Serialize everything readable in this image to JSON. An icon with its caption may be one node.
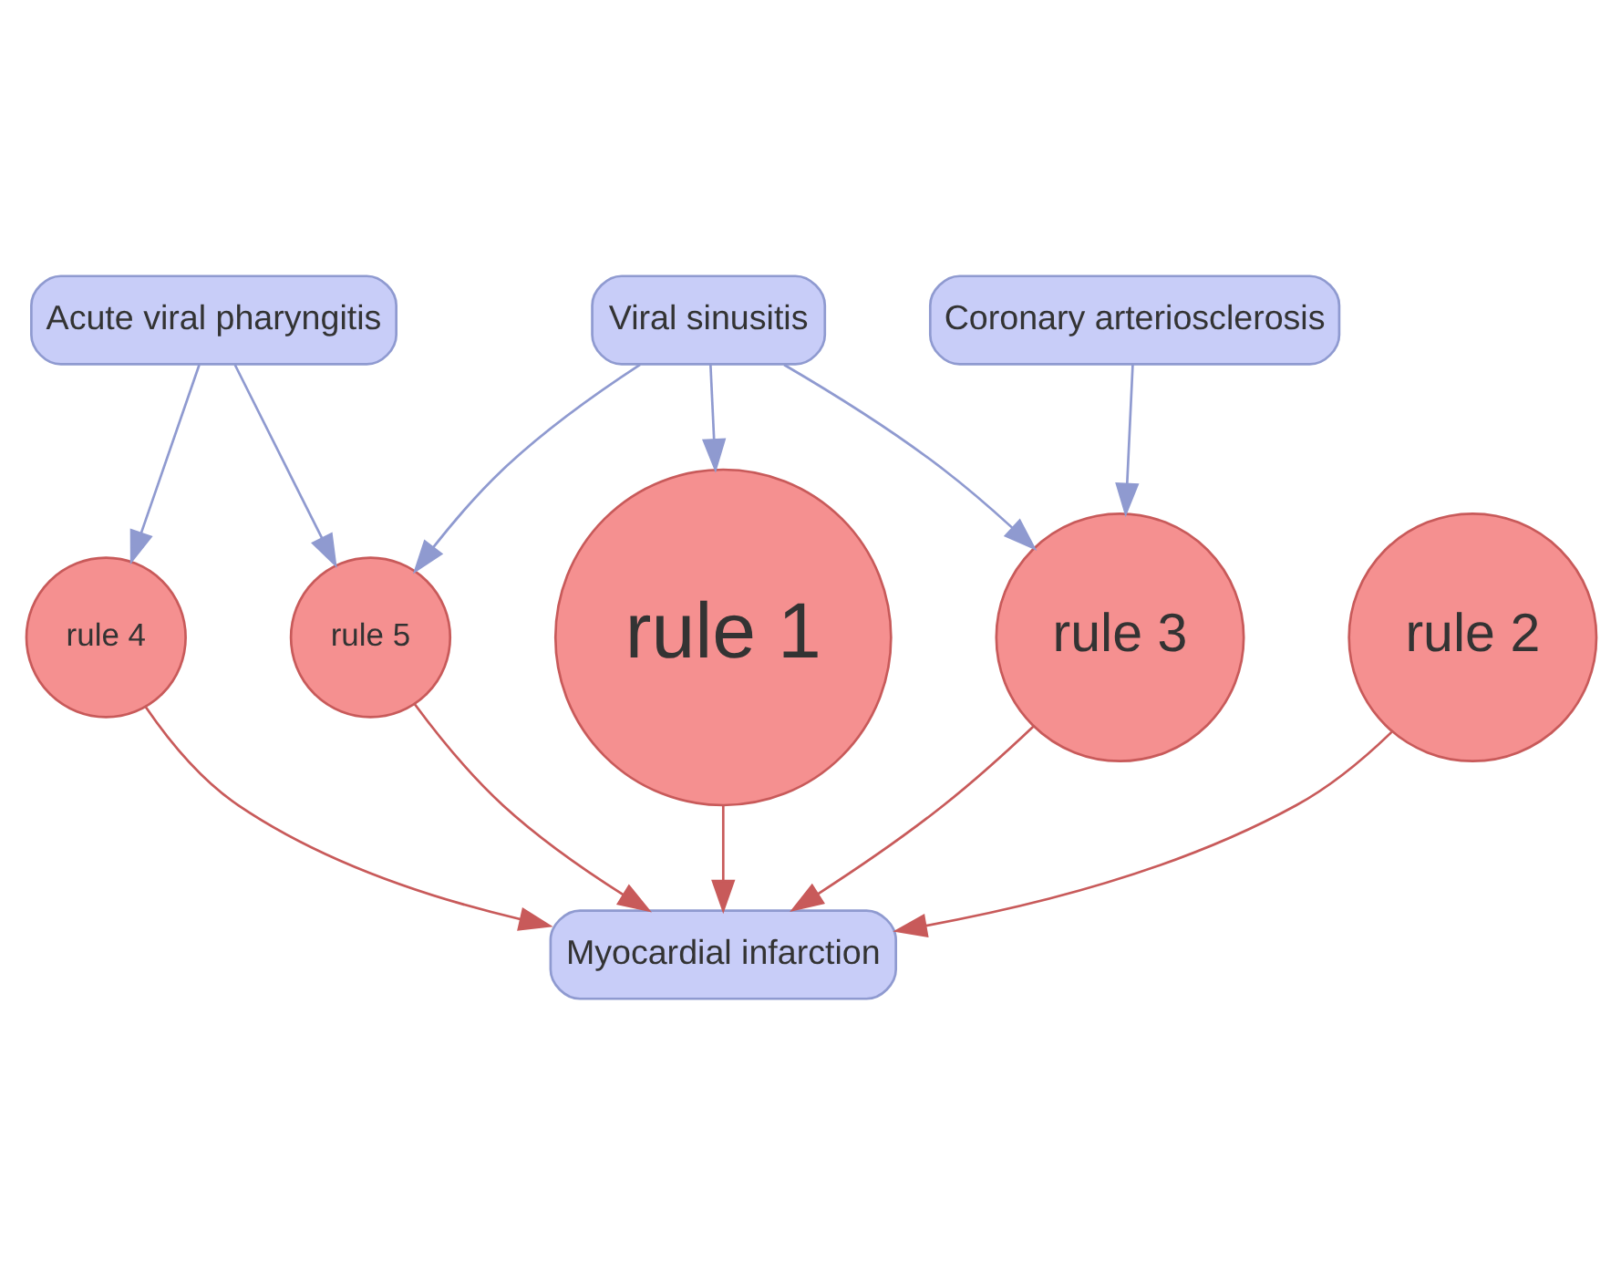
{
  "diagram": {
    "nodes": [
      {
        "text": [
          "Acute viral pharyngitis"
        ]
      },
      {
        "text": [
          "rule 5"
        ]
      },
      {
        "text": [
          "Viral sinusitis"
        ]
      },
      {
        "text": [
          "rule 1"
        ]
      },
      {
        "text": [
          "rule 4"
        ]
      },
      {
        "text": [
          "Myocardial infarction"
        ]
      },
      {
        "text": [
          "rule 3"
        ]
      },
      {
        "text": [
          "rule 2"
        ]
      },
      {
        "text": [
          "Coronary arteriosclerosis"
        ]
      }
    ],
    "edges": [
      {
        "from": 0,
        "to": 1,
        "arrow": "to"
      },
      {
        "from": 2,
        "to": 1,
        "arrow": "to"
      },
      {
        "from": 2,
        "to": 3,
        "arrow": "to"
      },
      {
        "from": 0,
        "to": 4,
        "arrow": "to"
      },
      {
        "from": 2,
        "to": 6,
        "arrow": "to"
      },
      {
        "from": 1,
        "to": 5,
        "arrow": "to",
        "color": "#c85a5a"
      },
      {
        "from": 3,
        "to": 5,
        "arrow": "to",
        "color": "#c85a5a"
      },
      {
        "from": 4,
        "to": 5,
        "arrow": "to",
        "color": "#c85a5a"
      },
      {
        "from": 6,
        "to": 5,
        "arrow": "to",
        "color": "#c85a5a"
      },
      {
        "from": 7,
        "to": 5,
        "arrow": "to",
        "color": "#c85a5a"
      },
      {
        "from": 8,
        "to": 6,
        "arrow": "to"
      }
    ]
  }
}
